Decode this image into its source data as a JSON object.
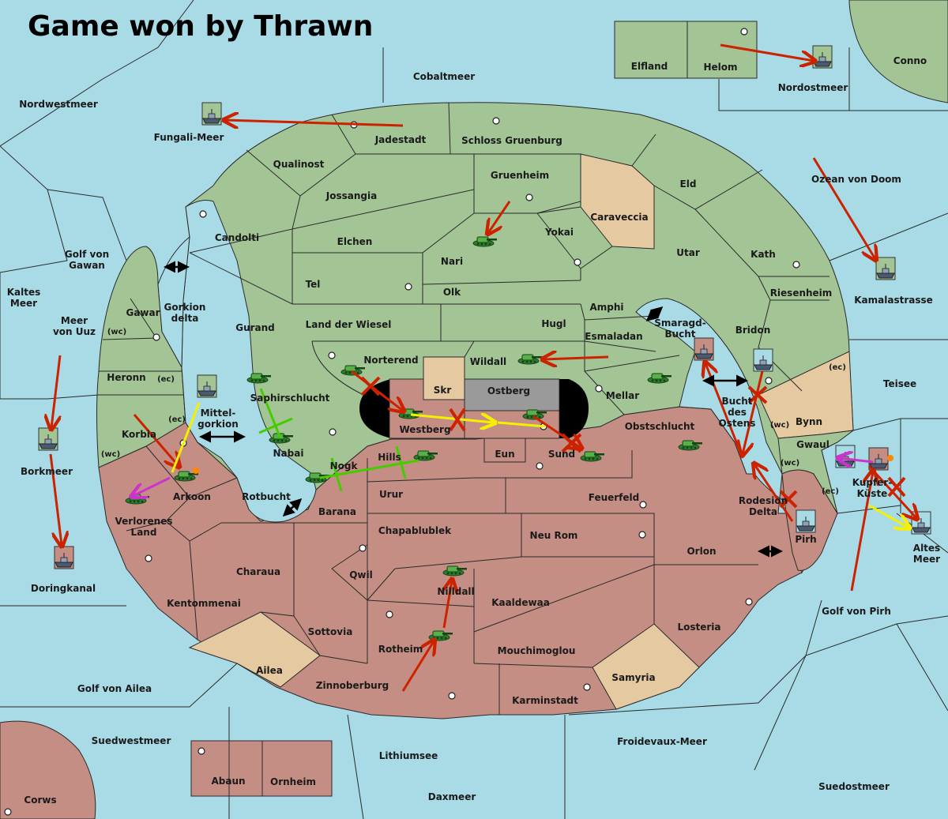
{
  "title": "Game won by Thrawn",
  "colors": {
    "sea": "#a9dbe6",
    "player_green": "#a3c495",
    "player_red": "#c58e84",
    "neutral": "#e5c9a0",
    "grey": "#9a9a9a",
    "black": "#000000",
    "arrow_red": "#cc2200",
    "arrow_yellow": "#f5f000",
    "arrow_green": "#44cc00",
    "arrow_magenta": "#cc33cc"
  },
  "labels": {
    "nordwestmeer": "Nordwestmeer",
    "cobaltmeer": "Cobaltmeer",
    "elfland": "Elfland",
    "helom": "Helom",
    "nordostmeer": "Nordostmeer",
    "conno": "Conno",
    "fungali": "Fungali-Meer",
    "jadestadt": "Jadestadt",
    "schloss": "Schloss Gruenburg",
    "qualinost": "Qualinost",
    "gruenheim": "Gruenheim",
    "eld": "Eld",
    "ozean": "Ozean von Doom",
    "jossangia": "Jossangia",
    "caraveccia": "Caraveccia",
    "candolti": "Candolti",
    "elchen": "Elchen",
    "yokai": "Yokai",
    "utar": "Utar",
    "kath": "Kath",
    "golf_gawan_1": "Golf von",
    "golf_gawan_2": "Gawan",
    "nari": "Nari",
    "kamalastrasse": "Kamalastrasse",
    "tel": "Tel",
    "olk": "Olk",
    "riesenheim": "Riesenheim",
    "kaltes_1": "Kaltes",
    "kaltes_2": "Meer",
    "amphi": "Amphi",
    "gawar": "Gawar",
    "gorkion_delta_1": "Gorkion",
    "gorkion_delta_2": "delta",
    "meer_uuz_1": "Meer",
    "meer_uuz_2": "von Uuz",
    "wc": "(wc)",
    "ec": "(ec)",
    "gurand": "Gurand",
    "land_wiesel": "Land der Wiesel",
    "hugl": "Hugl",
    "smaragd_1": "Smaragd-",
    "smaragd_2": "Bucht",
    "bridon": "Bridon",
    "esmaladan": "Esmaladan",
    "norterend": "Norterend",
    "wildall": "Wildall",
    "heronn": "Heronn",
    "teisee": "Teisee",
    "skr": "Skr",
    "ostberg": "Ostberg",
    "mellar": "Mellar",
    "saphirschlucht": "Saphirschlucht",
    "mittel_1": "Mittel-",
    "mittel_2": "gorkion",
    "bucht_1": "Bucht",
    "bucht_2": "des",
    "bucht_3": "Ostens",
    "bynn": "Bynn",
    "korbia": "Korbia",
    "westberg": "Westberg",
    "obstschlucht": "Obstschlucht",
    "gwaul": "Gwaul",
    "nabai": "Nabai",
    "eun": "Eun",
    "sund": "Sund",
    "hills": "Hills",
    "borkmeer": "Borkmeer",
    "nogk": "Nogk",
    "kupfer_1": "Kupfer-",
    "kupfer_2": "Küste",
    "arkoon": "Arkoon",
    "rotbucht": "Rotbucht",
    "urur": "Urur",
    "feuerfeld": "Feuerfeld",
    "rodesion_1": "Rodesion",
    "rodesion_2": "Delta",
    "barana": "Barana",
    "verlorenes_1": "Verlorenes",
    "verlorenes_2": "Land",
    "chapablublek": "Chapablublek",
    "neurom": "Neu Rom",
    "pirh": "Pirh",
    "altes_1": "Altes",
    "altes_2": "Meer",
    "orlon": "Orlon",
    "doringkanal": "Doringkanal",
    "charaua": "Charaua",
    "qwil": "Qwil",
    "nilldall": "Nilldall",
    "kentommenai": "Kentommenai",
    "kaaldewaa": "Kaaldewaa",
    "golf_pirh": "Golf von Pirh",
    "sottovia": "Sottovia",
    "losteria": "Losteria",
    "rotheim": "Rotheim",
    "mouchimoglou": "Mouchimoglou",
    "ailea": "Ailea",
    "samyria": "Samyria",
    "golf_ailea": "Golf von Ailea",
    "zinnoberburg": "Zinnoberburg",
    "karminstadt": "Karminstadt",
    "suedwestmeer": "Suedwestmeer",
    "froidevaux": "Froidevaux-Meer",
    "lithiumsee": "Lithiumsee",
    "abaun": "Abaun",
    "ornheim": "Ornheim",
    "suedostmeer": "Suedostmeer",
    "daxmeer": "Daxmeer",
    "corws": "Corws"
  }
}
